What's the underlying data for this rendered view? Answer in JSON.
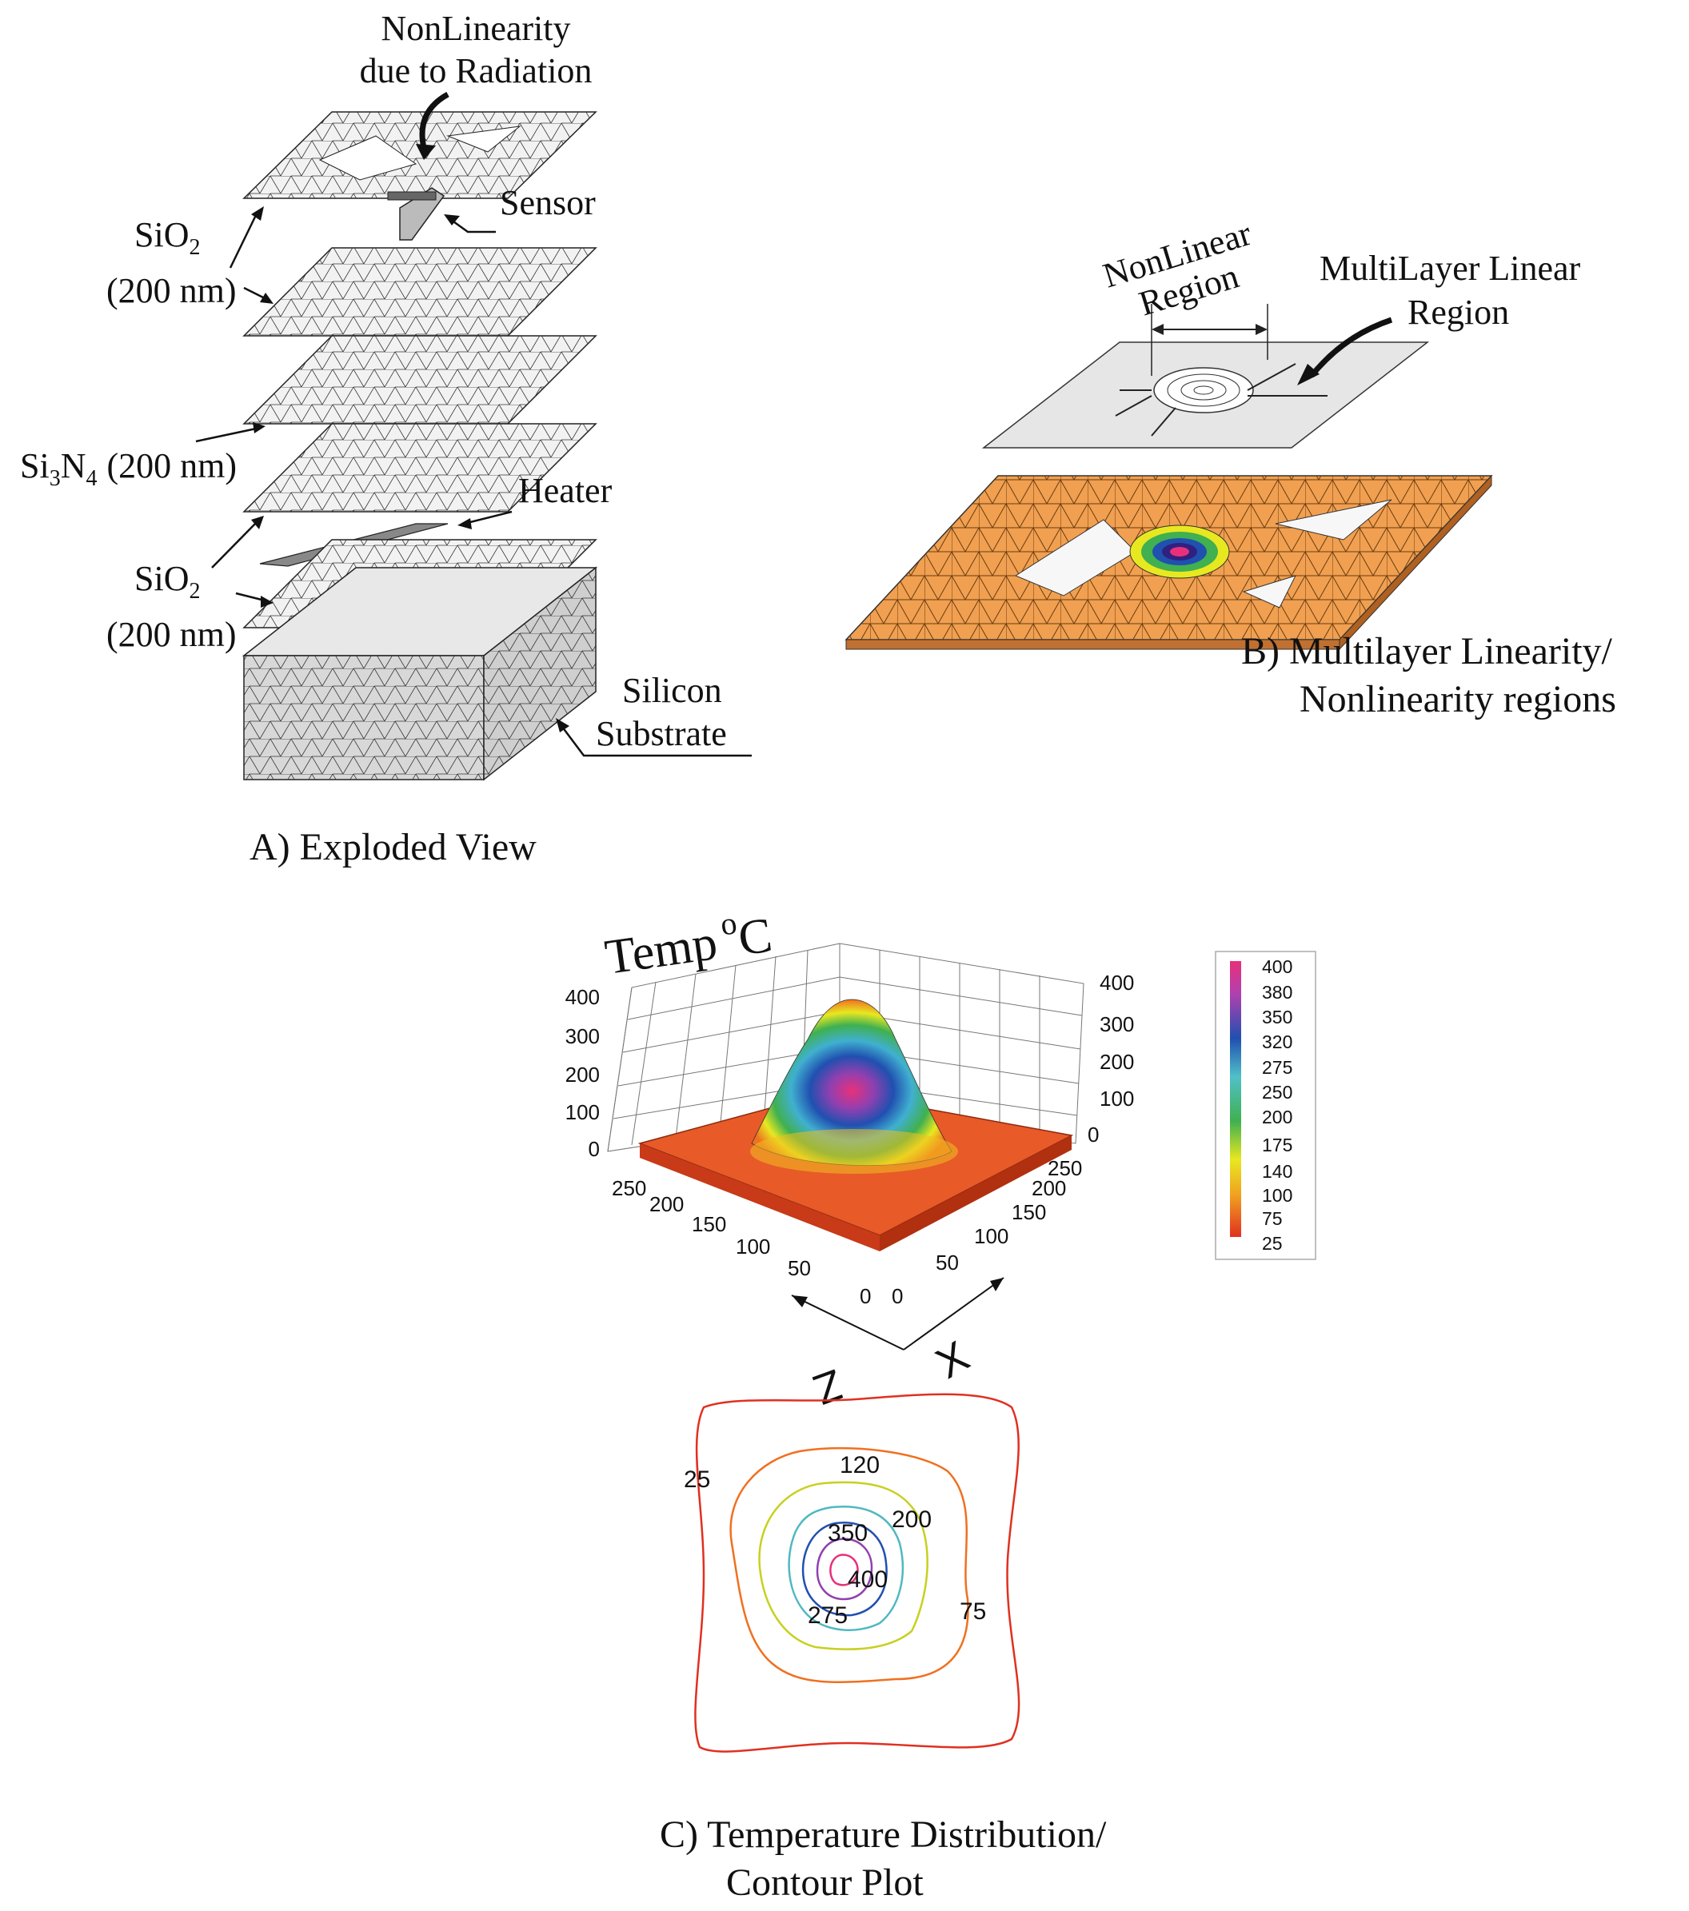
{
  "panel_a": {
    "caption": "A) Exploded View",
    "labels": {
      "nonlinearity_line1": "NonLinearity",
      "nonlinearity_line2": "due to Radiation",
      "sensor": "Sensor",
      "sio2_top": "SiO",
      "sio2_top_sub": "2",
      "thick_top": "(200 nm)",
      "si3n4_a": "Si",
      "si3n4_sub1": "3",
      "si3n4_b": "N",
      "si3n4_sub2": "4",
      "si3n4_thick": "(200 nm)",
      "heater": "Heater",
      "sio2_bot": "SiO",
      "sio2_bot_sub": "2",
      "thick_bot": "(200 nm)",
      "silicon_line1": "Silicon",
      "silicon_line2": "Substrate"
    }
  },
  "panel_b": {
    "caption_line1": "B) Multilayer Linearity/",
    "caption_line2": "Nonlinearity regions",
    "nonlinear_line1": "NonLinear",
    "nonlinear_line2": "Region",
    "multilayer_line1": "MultiLayer Linear",
    "multilayer_line2": "Region",
    "colors": {
      "membrane": "#f0a050",
      "plate": "#e6e6e6"
    }
  },
  "panel_c": {
    "caption_line1": "C) Temperature Distribution/",
    "caption_line2": "Contour Plot",
    "z_title": "Temp",
    "z_title_unit": "o",
    "z_title_c": "C",
    "axis_x": "X",
    "axis_z": "Z",
    "z_ticks_left": [
      "400",
      "300",
      "200",
      "100",
      "0"
    ],
    "z_ticks_right": [
      "400",
      "300",
      "200",
      "100",
      "0"
    ],
    "z_axis_ticks": [
      "250",
      "200",
      "150",
      "100",
      "50",
      "0"
    ],
    "x_axis_ticks": [
      "0",
      "50",
      "100",
      "150",
      "200",
      "250"
    ],
    "legend": [
      "400",
      "380",
      "350",
      "320",
      "275",
      "250",
      "200",
      "175",
      "140",
      "100",
      "75",
      "25"
    ],
    "legend_colors": [
      "#e8307a",
      "#b040b0",
      "#6040b0",
      "#2050b0",
      "#3090d8",
      "#50c0c8",
      "#40b050",
      "#90c830",
      "#e8e820",
      "#f0b020",
      "#f07020",
      "#e03020"
    ],
    "contour_labels": [
      "120",
      "25",
      "200",
      "350",
      "400",
      "275",
      "75"
    ]
  }
}
